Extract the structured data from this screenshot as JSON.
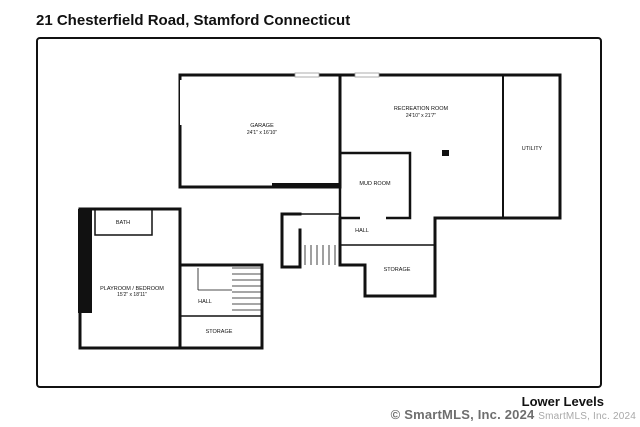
{
  "header": {
    "address": "21 Chesterfield Road, Stamford Connecticut"
  },
  "footer": {
    "level": "Lower Levels",
    "watermark": "© SmartMLS, Inc. 2024",
    "watermark_ghost": "SmartMLS, Inc. 2024"
  },
  "rooms": {
    "garage": {
      "name": "GARAGE",
      "dims": "24'1\" x 16'10\""
    },
    "recreation_room": {
      "name": "RECREATION ROOM",
      "dims": "24'10\" x 21'7\""
    },
    "utility": {
      "name": "UTILITY"
    },
    "mud_room": {
      "name": "MUD ROOM"
    },
    "hall_right": {
      "name": "HALL"
    },
    "storage_right": {
      "name": "STORAGE"
    },
    "bath": {
      "name": "BATH"
    },
    "playroom": {
      "name": "PLAYROOM / BEDROOM",
      "dims": "15'2\" x 18'11\""
    },
    "hall_left": {
      "name": "HALL"
    },
    "storage_left": {
      "name": "STORAGE"
    }
  },
  "colors": {
    "wall": "#111111",
    "background": "#ffffff"
  }
}
